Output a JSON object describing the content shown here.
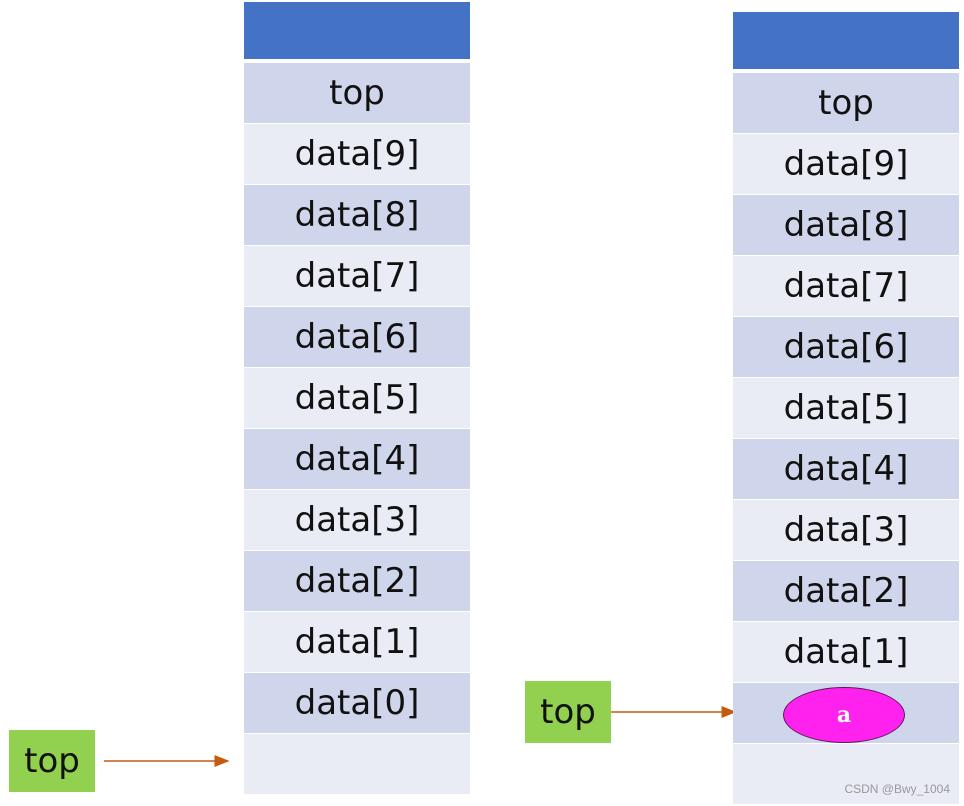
{
  "colors": {
    "header": "#4472c4",
    "cell_dark": "#cfd5ea",
    "cell_light": "#e9ebf5",
    "pointer": "#92d050",
    "arrow": "#c55a11",
    "marker": "#ff22ee"
  },
  "left_stack": {
    "cells": [
      "top",
      "data[9]",
      "data[8]",
      "data[7]",
      "data[6]",
      "data[5]",
      "data[4]",
      "data[3]",
      "data[2]",
      "data[1]",
      "data[0]",
      ""
    ],
    "pointer_label": "top"
  },
  "right_stack": {
    "cells": [
      "top",
      "data[9]",
      "data[8]",
      "data[7]",
      "data[6]",
      "data[5]",
      "data[4]",
      "data[3]",
      "data[2]",
      "data[1]",
      "",
      ""
    ],
    "pointer_label": "top",
    "pushed_value": "a"
  },
  "watermark": "CSDN @Bwy_1004"
}
